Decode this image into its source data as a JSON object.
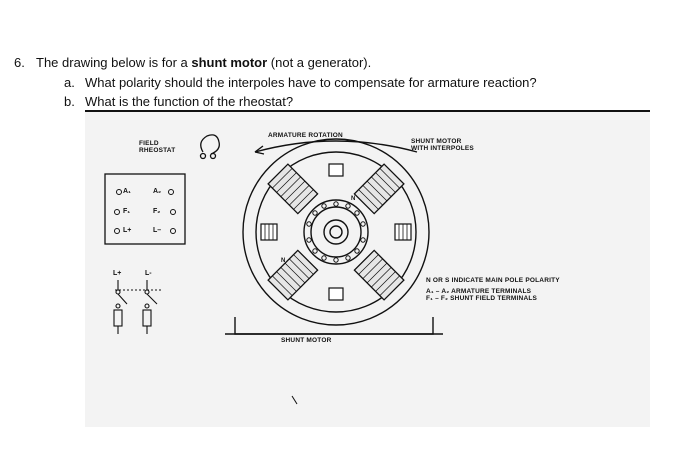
{
  "question": {
    "number": "6.",
    "text_before": "The drawing below is for a ",
    "text_bold": "shunt motor",
    "text_after": " (not a generator).",
    "parts": [
      {
        "label": "a.",
        "text": "What polarity should the interpoles have to compensate for armature reaction?"
      },
      {
        "label": "b.",
        "text": "What is the function of the rheostat?"
      }
    ]
  },
  "diagram": {
    "field_rheostat": [
      "FIELD",
      "RHEOSTAT"
    ],
    "armature_rotation": "ARMATURE ROTATION",
    "title": [
      "SHUNT MOTOR",
      "WITH INTERPOLES"
    ],
    "terminals": {
      "a1": "A₁",
      "a2": "A₂",
      "f1": "F₁",
      "f2": "F₂",
      "lplus": "L+",
      "lminus": "L–"
    },
    "supply_labels": {
      "lplus": "L+",
      "lminus": "L-"
    },
    "legend": [
      "N OR S INDICATE MAIN POLE POLARITY",
      "A₁ – A₂ ARMATURE TERMINALS",
      "F₁ – F₂ SHUNT FIELD TERMINALS"
    ],
    "caption": "SHUNT MOTOR",
    "pole_marks": {
      "top_right": "N",
      "bottom_left": "N"
    }
  }
}
